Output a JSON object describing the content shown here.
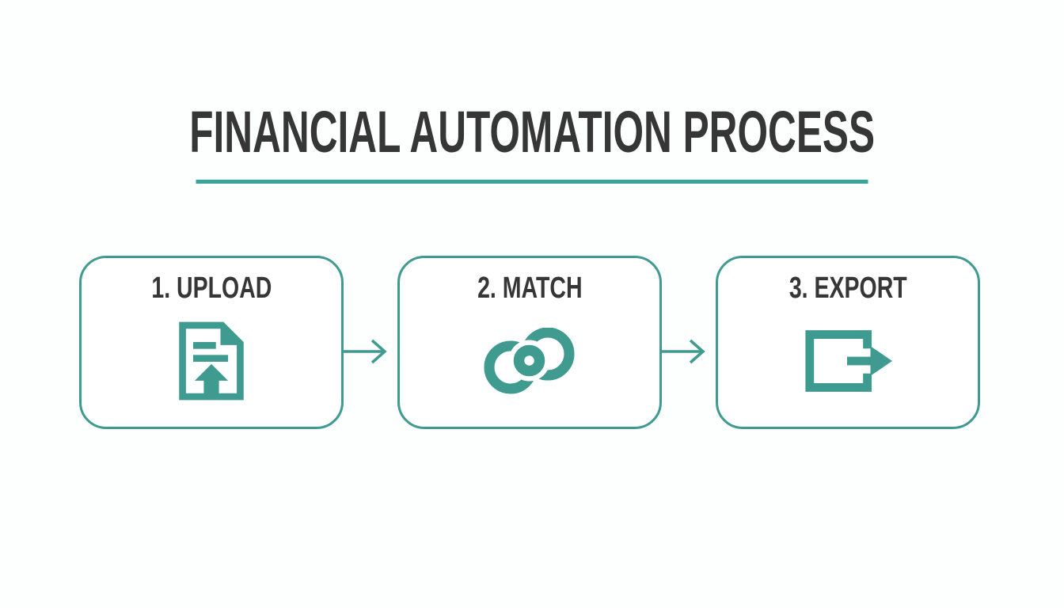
{
  "header": {
    "title": "FINANCIAL AUTOMATION PROCESS"
  },
  "colors": {
    "accent": "#3F9A90",
    "underline": "#38A39B",
    "text": "#363636",
    "background": "#FDFEFE"
  },
  "steps": [
    {
      "label": "1. UPLOAD",
      "icon": "upload-document-icon"
    },
    {
      "label": "2. MATCH",
      "icon": "match-rings-icon"
    },
    {
      "label": "3. EXPORT",
      "icon": "export-arrow-icon"
    }
  ],
  "connector_icon": "right-arrow-icon"
}
